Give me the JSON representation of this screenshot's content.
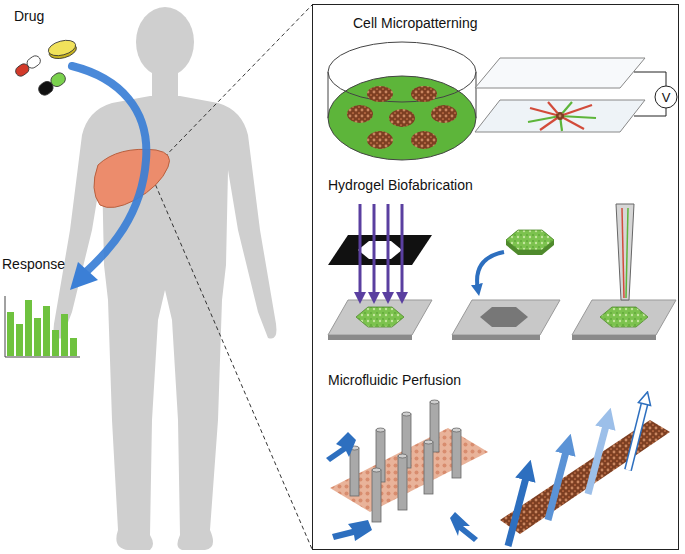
{
  "diagram": {
    "nodes": [
      {
        "text": [
          "Cell Micropatterning",
          "Hydrogel Biofabrication",
          "Microfluidic Perfusion"
        ]
      }
    ],
    "labels": [
      "Drug",
      "Response",
      "V"
    ]
  }
}
